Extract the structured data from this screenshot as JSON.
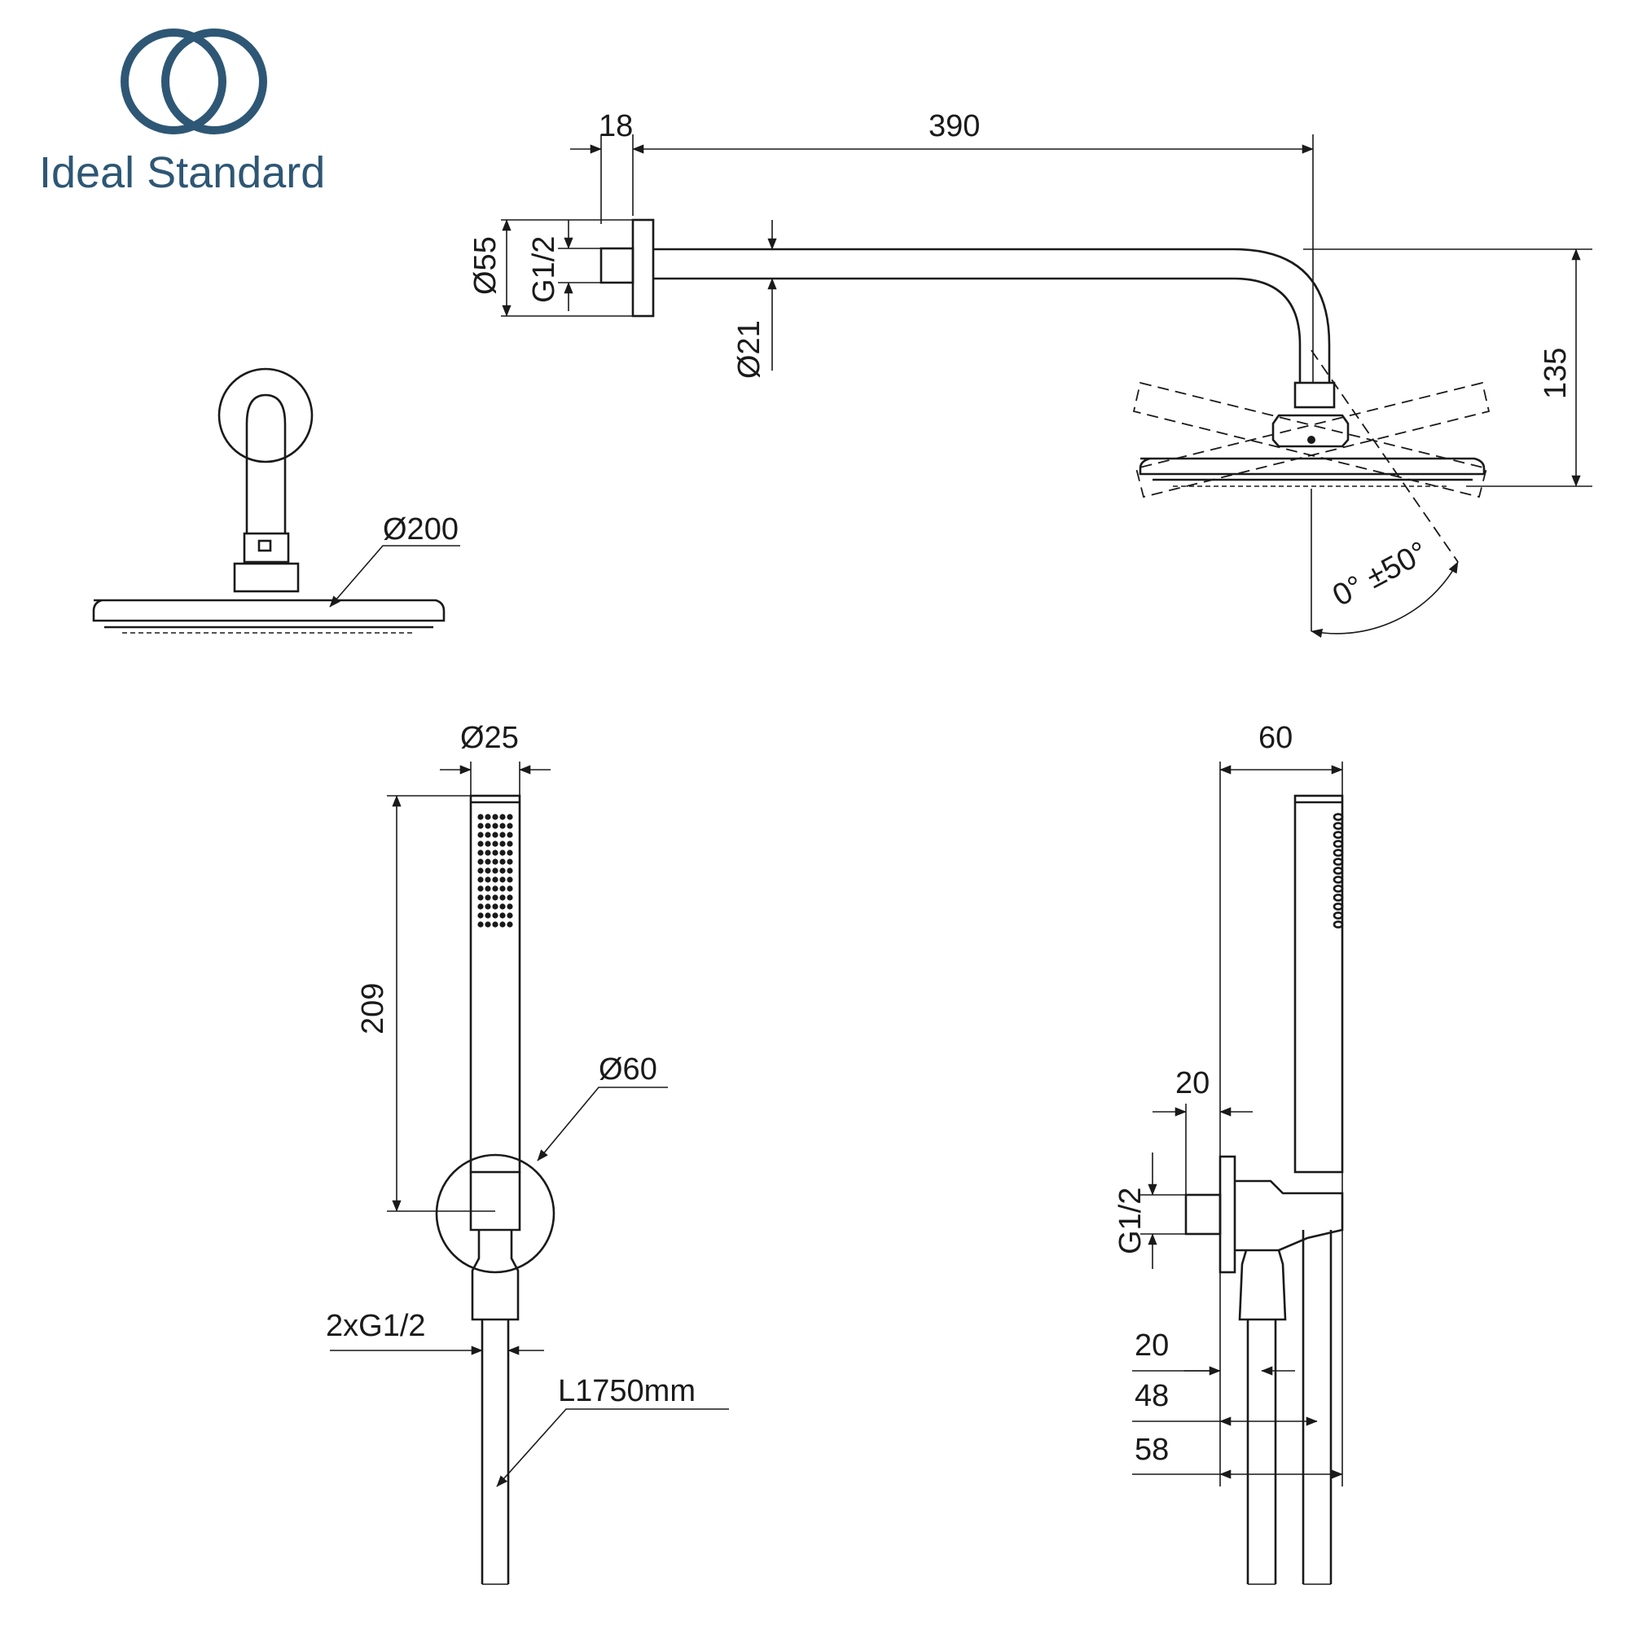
{
  "brand": {
    "name": "Ideal Standard",
    "color": "#2e5775",
    "icon": "interlocking-rings-logo"
  },
  "dimensions": {
    "flange_depth": "18",
    "arm_length": "390",
    "flange_diameter": "Ø55",
    "arm_thread": "G1/2",
    "arm_tube_diameter": "Ø21",
    "head_drop": "135",
    "head_diameter": "Ø200",
    "tilt_angle": "0° ±50°",
    "handshower_diameter": "Ø25",
    "handshower_length": "209",
    "wall_outlet_diameter": "Ø60",
    "outlet_threads": "2xG1/2",
    "hose_length": "L1750mm",
    "side_depth": "60",
    "outlet_projection": "20",
    "outlet_thread": "G1/2",
    "hose_offset_1": "20",
    "hose_offset_2": "48",
    "hose_offset_3": "58"
  }
}
